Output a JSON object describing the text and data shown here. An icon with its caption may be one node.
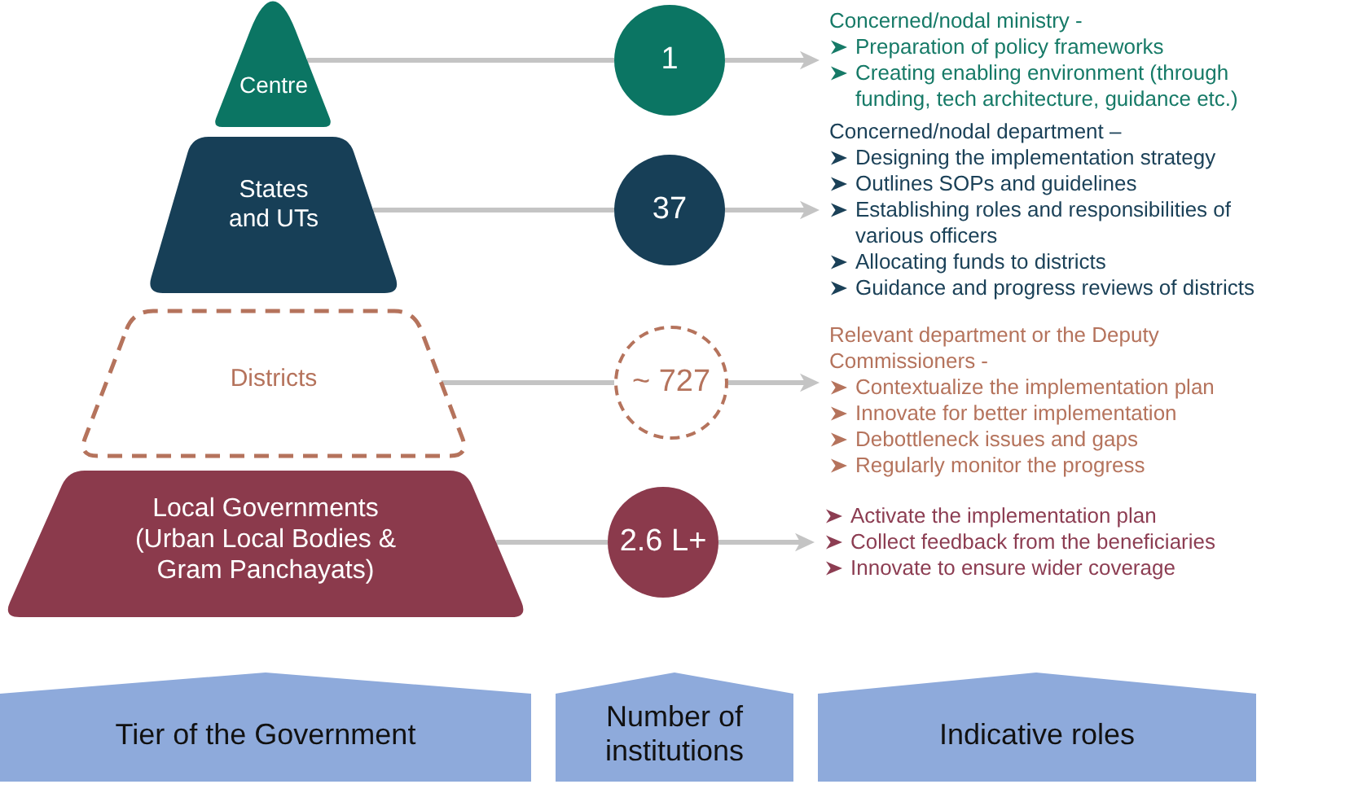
{
  "diagram": {
    "nodes": [
      {
        "text": [
          "Centre"
        ]
      },
      {
        "text": [
          "1"
        ]
      },
      {
        "text": [
          "Concerned/nodal ministry -",
          "Preparation of policy frameworks",
          "Creating enabling environment (through funding, tech architecture, guidance etc.)"
        ]
      },
      {
        "text": [
          "States and UTs"
        ]
      },
      {
        "text": [
          "37"
        ]
      },
      {
        "text": [
          "Concerned/nodal department –",
          "Designing the implementation strategy",
          "Outlines SOPs and guidelines",
          "Establishing roles and responsibilities of various officers",
          "Allocating funds to districts",
          "Guidance and progress reviews of districts"
        ]
      },
      {
        "text": [
          "Districts"
        ]
      },
      {
        "text": [
          "~ 727"
        ]
      },
      {
        "text": [
          "Relevant department or the Deputy Commissioners -",
          "Contextualize the implementation plan",
          "Innovate for better implementation",
          "Debottleneck issues and gaps",
          "Regularly monitor the progress"
        ]
      },
      {
        "text": [
          "Local Governments (Urban Local Bodies & Gram Panchayats)"
        ]
      },
      {
        "text": [
          "2.6 L+"
        ]
      },
      {
        "text": [
          "Activate the implementation plan",
          "Collect feedback from the beneficiaries",
          "Innovate to ensure wider coverage"
        ]
      },
      {
        "text": [
          "Tier of the Government"
        ]
      },
      {
        "text": [
          "Number of institutions"
        ]
      },
      {
        "text": [
          "Indicative roles"
        ]
      }
    ],
    "edges": [
      {
        "from": 0,
        "to": 1,
        "arrow": "none"
      },
      {
        "from": 1,
        "to": 2,
        "arrow": "to"
      },
      {
        "from": 3,
        "to": 4,
        "arrow": "none"
      },
      {
        "from": 4,
        "to": 5,
        "arrow": "to"
      },
      {
        "from": 6,
        "to": 7,
        "arrow": "none"
      },
      {
        "from": 7,
        "to": 8,
        "arrow": "to"
      },
      {
        "from": 9,
        "to": 10,
        "arrow": "none"
      },
      {
        "from": 10,
        "to": 11,
        "arrow": "to"
      }
    ]
  }
}
